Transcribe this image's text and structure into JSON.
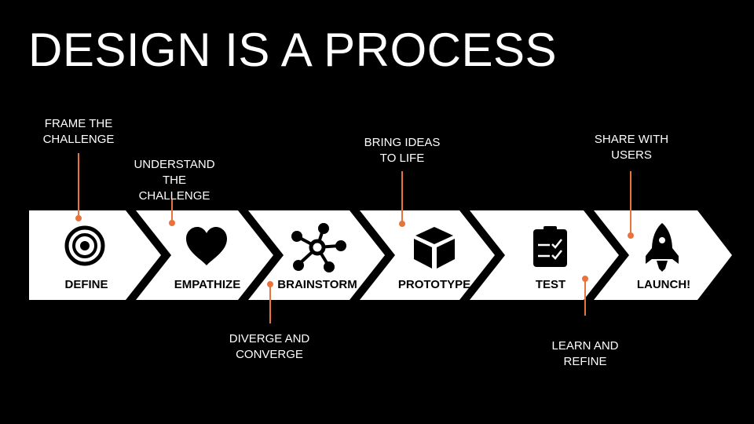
{
  "title": "DESIGN IS A PROCESS",
  "accent_color": "#e8733c",
  "steps": [
    {
      "label": "DEFINE",
      "icon": "target-icon"
    },
    {
      "label": "EMPATHIZE",
      "icon": "heart-icon"
    },
    {
      "label": "BRAINSTORM",
      "icon": "network-icon"
    },
    {
      "label": "PROTOTYPE",
      "icon": "cube-icon"
    },
    {
      "label": "TEST",
      "icon": "clipboard-check-icon"
    },
    {
      "label": "LAUNCH!",
      "icon": "rocket-icon"
    }
  ],
  "callouts": {
    "frame": "FRAME THE CHALLENGE",
    "understand": "UNDERSTAND THE CHALLENGE",
    "bring": "BRING IDEAS TO LIFE",
    "share": "SHARE WITH USERS",
    "diverge": "DIVERGE AND CONVERGE",
    "learn": "LEARN AND REFINE"
  }
}
